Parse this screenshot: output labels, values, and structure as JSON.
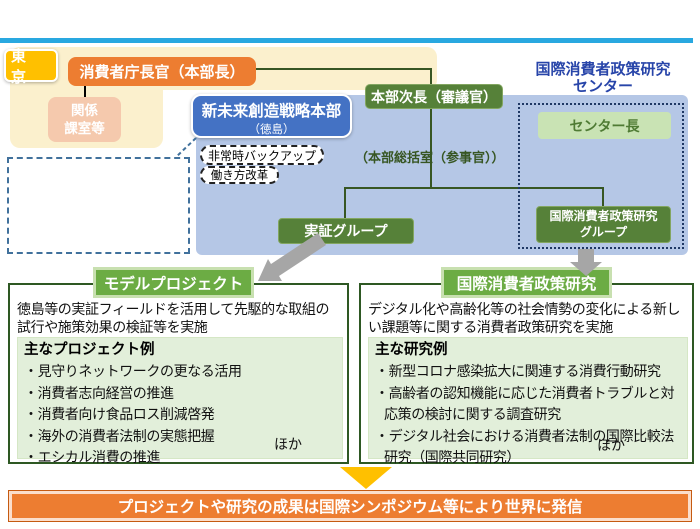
{
  "colors": {
    "top_line": "#29A8E0",
    "orange": "#ED7D31",
    "amber": "#FFC000",
    "cream": "#FBF0CD",
    "salmon": "#F5C9AD",
    "hq_blue": "#4472C4",
    "panel_blue": "#B5C7E6",
    "connector_green": "#375623",
    "group_green": "#568139",
    "header_green": "#6CAC44",
    "light_green": "#C9E3B4",
    "pale_green": "#E2EFDA",
    "dotted_navy": "#1F3864",
    "dashed_steel_blue": "#41719C",
    "arrow_gray": "#A6A6A6",
    "center_title_blue": "#2845A9"
  },
  "tokyo_label": "東 京",
  "chief_label": "消費者庁長官（本部長）",
  "related_rooms": {
    "line1": "関係",
    "line2": "課室等"
  },
  "hq": {
    "title": "新未来創造戦略本部",
    "subtitle": "（徳島）",
    "pill_backup": "非常時バックアップ",
    "pill_workstyle": "働き方改革"
  },
  "deputy_label": "本部次長（審議官）",
  "soukatsu_label": "（本部総括室（参事官））",
  "center": {
    "title_line1": "国際消費者政策研究",
    "title_line2": "センター",
    "head_label": "センター長",
    "group_line1": "国際消費者政策研究",
    "group_line2": "グループ"
  },
  "demo_group_label": "実証グループ",
  "model_project": {
    "header": "モデルプロジェクト",
    "desc": "徳島等の実証フィールドを活用して先駆的な取組の試行や施策効果の検証等を実施",
    "examples_title": "主なプロジェクト例",
    "items": [
      "・見守りネットワークの更なる活用",
      "・消費者志向経営の推進",
      "・消費者向け食品ロス削減啓発",
      "・海外の消費者法制の実態把握",
      "・エシカル消費の推進"
    ],
    "more": "ほか"
  },
  "intl_research": {
    "header": "国際消費者政策研究",
    "desc": "デジタル化や高齢化等の社会情勢の変化による新しい課題等に関する消費者政策研究を実施",
    "examples_title": "主な研究例",
    "items": [
      "・新型コロナ感染拡大に関連する消費行動研究",
      "・高齢者の認知機能に応じた消費者トラブルと対応策の検討に関する調査研究",
      "・デジタル社会における消費者法制の国際比較法研究（国際共同研究）"
    ],
    "more": "ほか"
  },
  "bottom_banner": "プロジェクトや研究の成果は国際シンポジウム等により世界に発信"
}
